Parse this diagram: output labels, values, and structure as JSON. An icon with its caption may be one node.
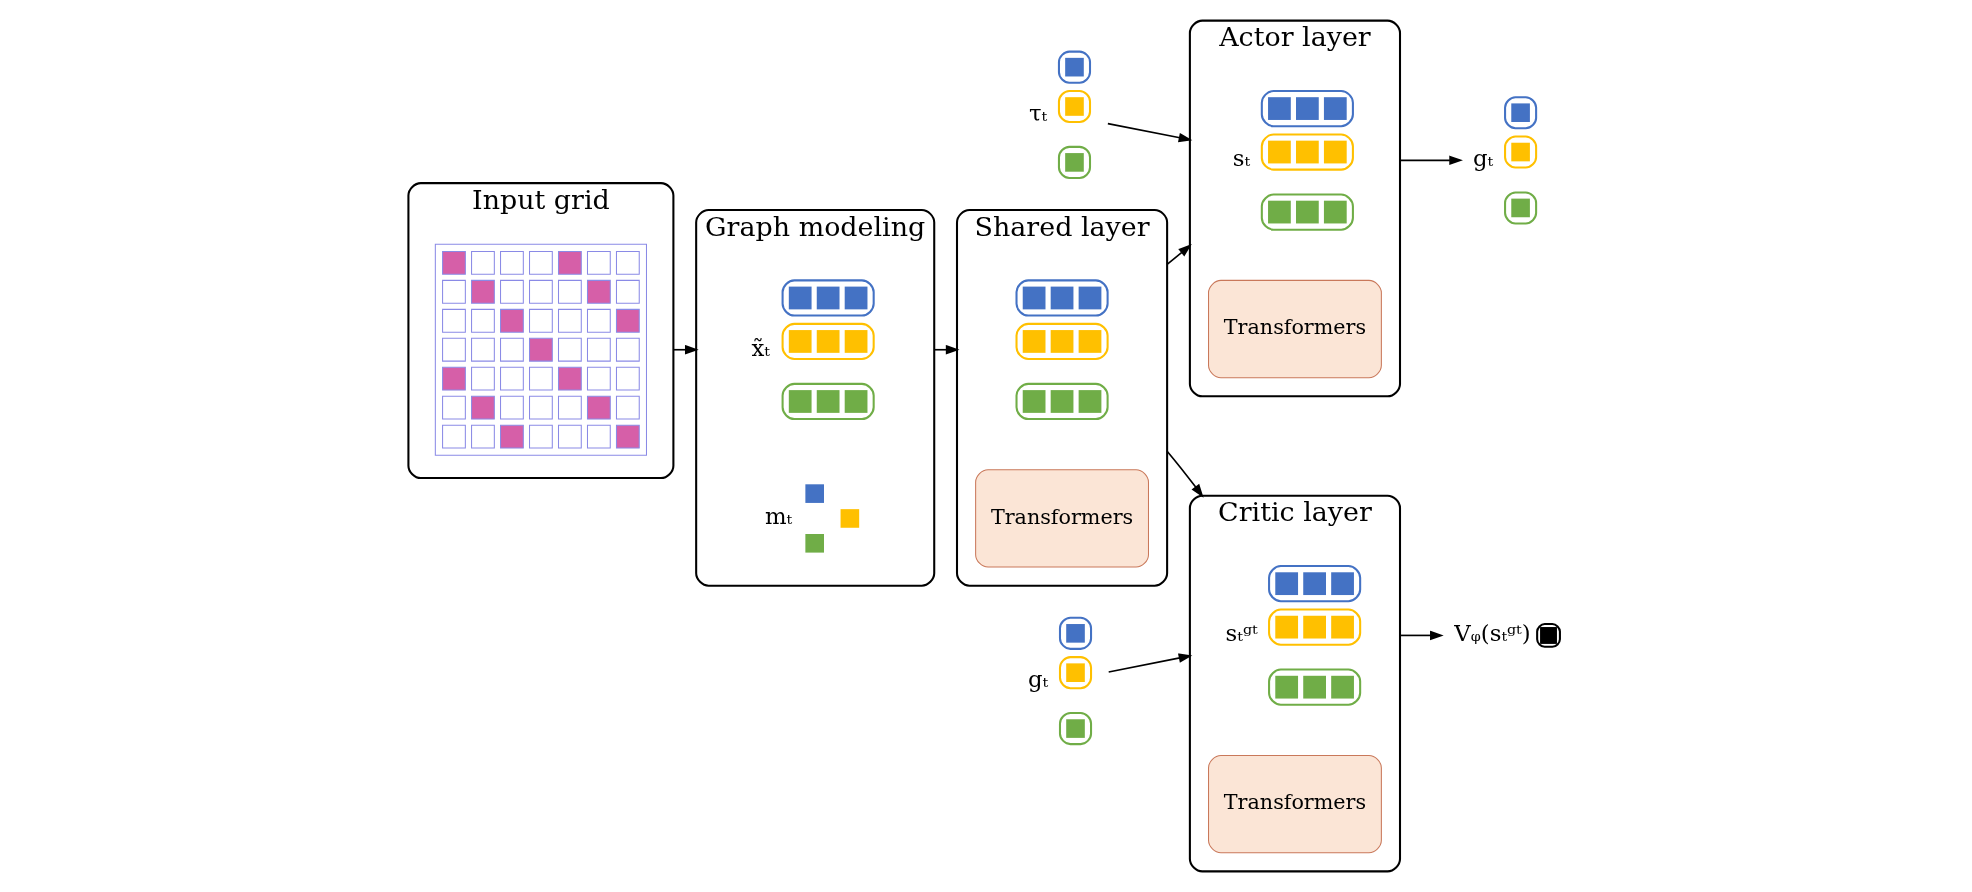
{
  "diagram": {
    "nodes": [
      {
        "text": [
          "Input grid"
        ]
      },
      {
        "text": [],
        "shape": "picture",
        "in": 0
      },
      {
        "text": [
          "Graph modeling"
        ]
      },
      {
        "text": [],
        "shape": "box",
        "in": 2,
        "beside": [
          "x̃ₜ"
        ]
      },
      {
        "text": [],
        "shape": "picture",
        "in": 2,
        "beside": [
          "mₜ"
        ]
      },
      {
        "text": [
          "Shared layer"
        ]
      },
      {
        "text": [],
        "shape": "box",
        "in": 5
      },
      {
        "text": [
          "Transformers"
        ],
        "in": 5
      },
      {
        "text": [],
        "shape": "box",
        "beside": [
          "τₜ"
        ]
      },
      {
        "text": [
          "Actor layer"
        ]
      },
      {
        "text": [],
        "shape": "box",
        "in": 9,
        "beside": [
          "sₜ"
        ]
      },
      {
        "text": [
          "Transformers"
        ],
        "in": 9
      },
      {
        "text": [],
        "shape": "box",
        "beside": [
          "gₜ"
        ]
      },
      {
        "text": [],
        "shape": "box",
        "beside": [
          "gₜ"
        ]
      },
      {
        "text": [
          "Critic layer"
        ]
      },
      {
        "text": [],
        "shape": "box",
        "in": 14,
        "beside": [
          "sₜᵍᵗ"
        ]
      },
      {
        "text": [
          "Transformers"
        ],
        "in": 14
      },
      {
        "text": [],
        "shape": "box",
        "beside": [
          "Vᵩ(sₜᵍᵗ)"
        ]
      }
    ],
    "edges": [
      {
        "from": 0,
        "to": 2,
        "arrow": "to"
      },
      {
        "from": 2,
        "to": 5,
        "arrow": "to"
      },
      {
        "from": 5,
        "to": 9,
        "arrow": "to"
      },
      {
        "from": 5,
        "to": 14,
        "arrow": "to"
      },
      {
        "from": 8,
        "to": 9,
        "arrow": "to"
      },
      {
        "from": 13,
        "to": 14,
        "arrow": "to"
      },
      {
        "from": 9,
        "to": 12,
        "arrow": "to"
      },
      {
        "from": 14,
        "to": 17,
        "arrow": "to"
      }
    ]
  }
}
